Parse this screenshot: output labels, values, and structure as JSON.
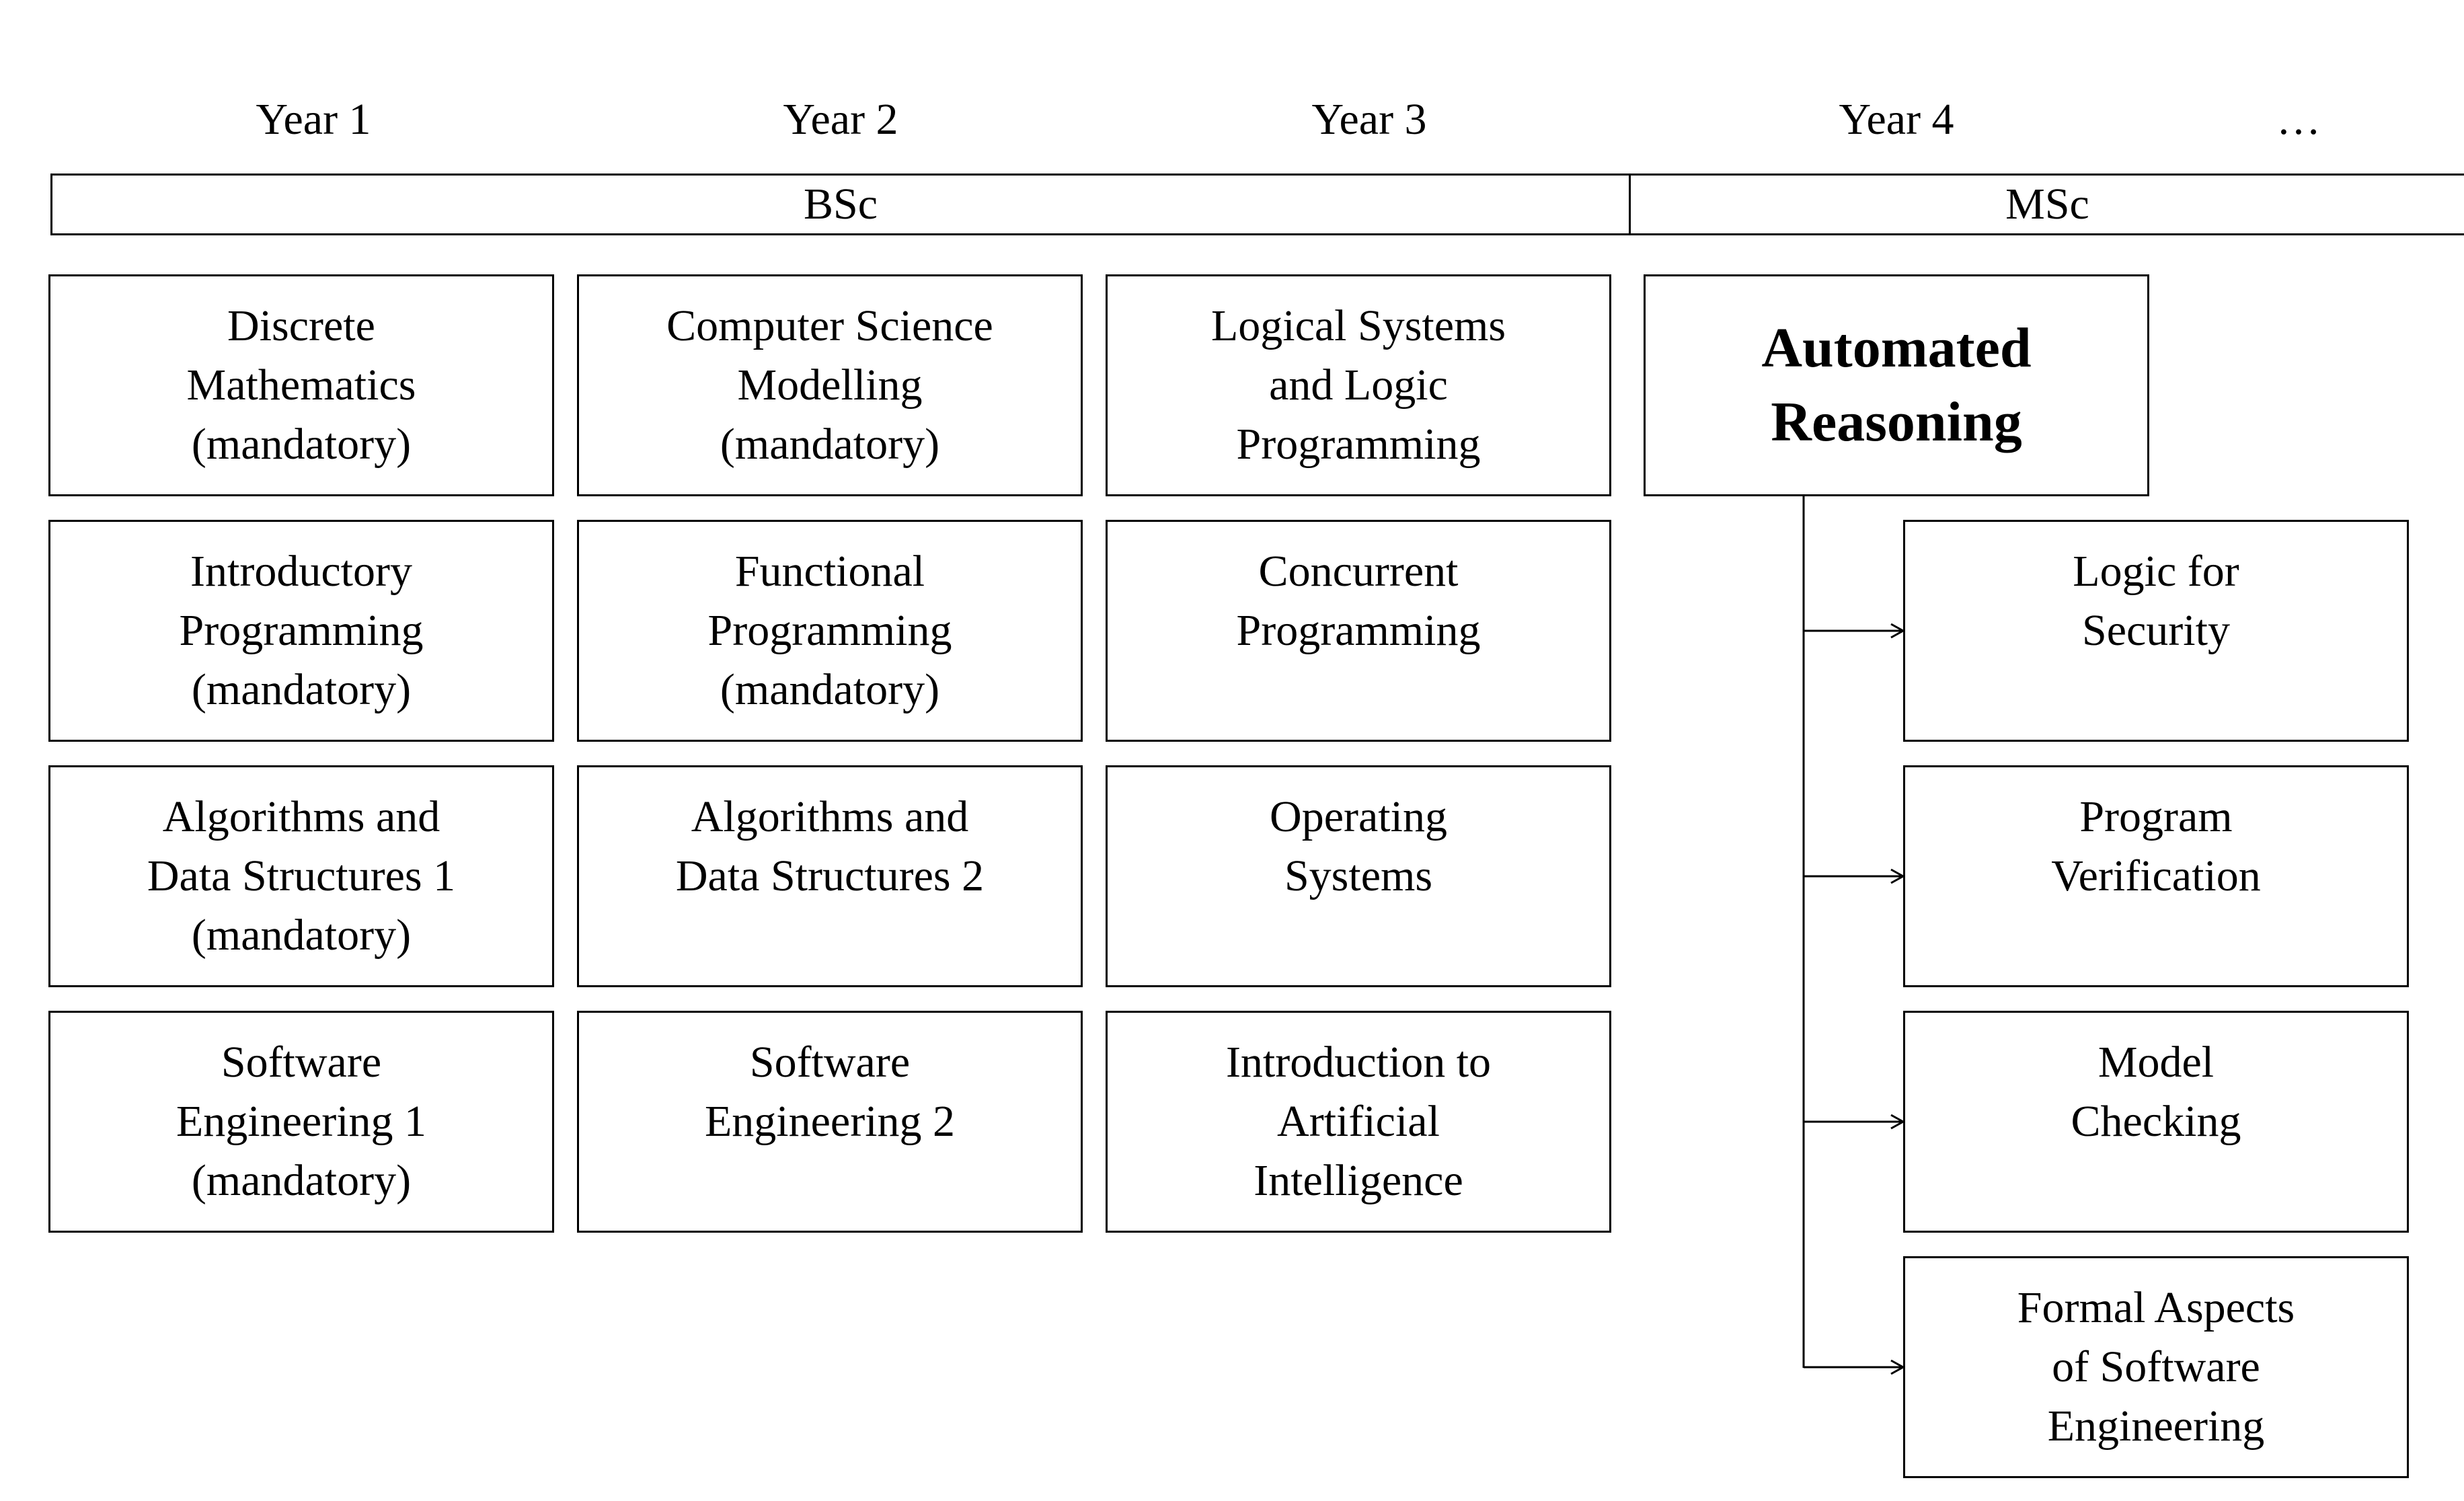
{
  "headline_fragment": "",
  "years": [
    "Year 1",
    "Year 2",
    "Year 3",
    "Year 4",
    "…"
  ],
  "degrees": [
    "BSc",
    "MSc"
  ],
  "columns": [
    {
      "courses": [
        {
          "lines": [
            "Discrete",
            "Mathematics",
            "(mandatory)"
          ]
        },
        {
          "lines": [
            "Introductory",
            "Programming",
            "(mandatory)"
          ]
        },
        {
          "lines": [
            "Algorithms and",
            "Data Structures 1",
            "(mandatory)"
          ]
        },
        {
          "lines": [
            "Software",
            "Engineering 1",
            "(mandatory)"
          ]
        }
      ]
    },
    {
      "courses": [
        {
          "lines": [
            "Computer Science",
            "Modelling",
            "(mandatory)"
          ]
        },
        {
          "lines": [
            "Functional",
            "Programming",
            "(mandatory)"
          ]
        },
        {
          "lines": [
            "Algorithms and",
            "Data Structures 2"
          ]
        },
        {
          "lines": [
            "Software",
            "Engineering 2"
          ]
        }
      ]
    },
    {
      "courses": [
        {
          "lines": [
            "Logical Systems",
            "and Logic",
            "Programming"
          ]
        },
        {
          "lines": [
            "Concurrent",
            "Programming"
          ]
        },
        {
          "lines": [
            "Operating",
            "Systems"
          ]
        },
        {
          "lines": [
            "Introduction to",
            "Artificial",
            "Intelligence"
          ]
        }
      ]
    }
  ],
  "msc": {
    "main": {
      "lines": [
        "Automated",
        "Reasoning"
      ]
    },
    "branches": [
      {
        "lines": [
          "Logic for",
          "Security"
        ]
      },
      {
        "lines": [
          "Program",
          "Verification"
        ]
      },
      {
        "lines": [
          "Model",
          "Checking"
        ]
      },
      {
        "lines": [
          "Formal Aspects",
          "of Software",
          "Engineering"
        ]
      }
    ]
  }
}
